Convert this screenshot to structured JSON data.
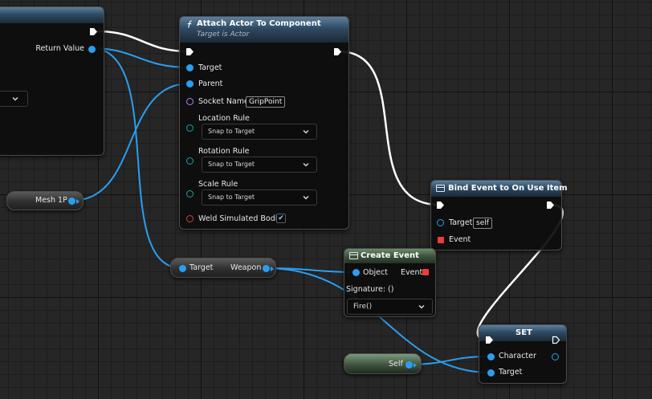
{
  "left_node": {
    "return_value": "Return Value"
  },
  "attach_node": {
    "title": "Attach Actor To Component",
    "subtitle": "Target is Actor",
    "title_icon": "function-icon",
    "target": "Target",
    "parent": "Parent",
    "socket_name_label": "Socket Name",
    "socket_name_value": "GripPoint",
    "location_rule_label": "Location Rule",
    "location_rule_value": "Snap to Target",
    "rotation_rule_label": "Rotation Rule",
    "rotation_rule_value": "Snap to Target",
    "scale_rule_label": "Scale Rule",
    "scale_rule_value": "Snap to Target",
    "weld_label": "Weld Simulated Bodies",
    "weld_checked": true
  },
  "mesh_var": {
    "label": "Mesh 1P"
  },
  "weapon_get": {
    "target": "Target",
    "output": "Weapon"
  },
  "bind_node": {
    "title": "Bind Event to On Use Item",
    "title_icon": "event-dispatcher-icon",
    "target": "Target",
    "target_default": "self",
    "event": "Event"
  },
  "create_event": {
    "title": "Create Event",
    "title_icon": "event-dispatcher-icon",
    "object": "Object",
    "event": "Event",
    "signature": "Signature: ()",
    "function_value": "Fire()"
  },
  "set_node": {
    "title": "SET",
    "character": "Character",
    "target": "Target"
  },
  "self_var": {
    "label": "Self"
  },
  "colors": {
    "object_pin": "#2b9ef0",
    "name_pin": "#b57cf0",
    "delegate_pin": "#ee3b3b",
    "enum_pin": "#15a4a4",
    "exec_wire": "#ffffff"
  }
}
